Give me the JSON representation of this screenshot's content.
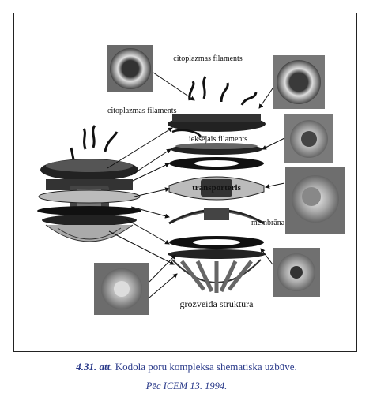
{
  "figure": {
    "labels": {
      "citoplazmas_filaments_top": "citoplazmas filaments",
      "citoplazmas_filaments_left": "citoplazmas filaments",
      "iekssejais_filaments": "iekšējais filaments",
      "transporteris": "transporteris",
      "membrana": "membrāna",
      "grozveida_struktura": "grozveida struktūra"
    }
  },
  "caption": {
    "number": "4.31.",
    "att": "att.",
    "text": "Kodola poru kompleksa shematiska uzbūve.",
    "source": "Pēc ICEM 13. 1994."
  },
  "colors": {
    "caption": "#2a3a8a",
    "frame": "#222222"
  }
}
